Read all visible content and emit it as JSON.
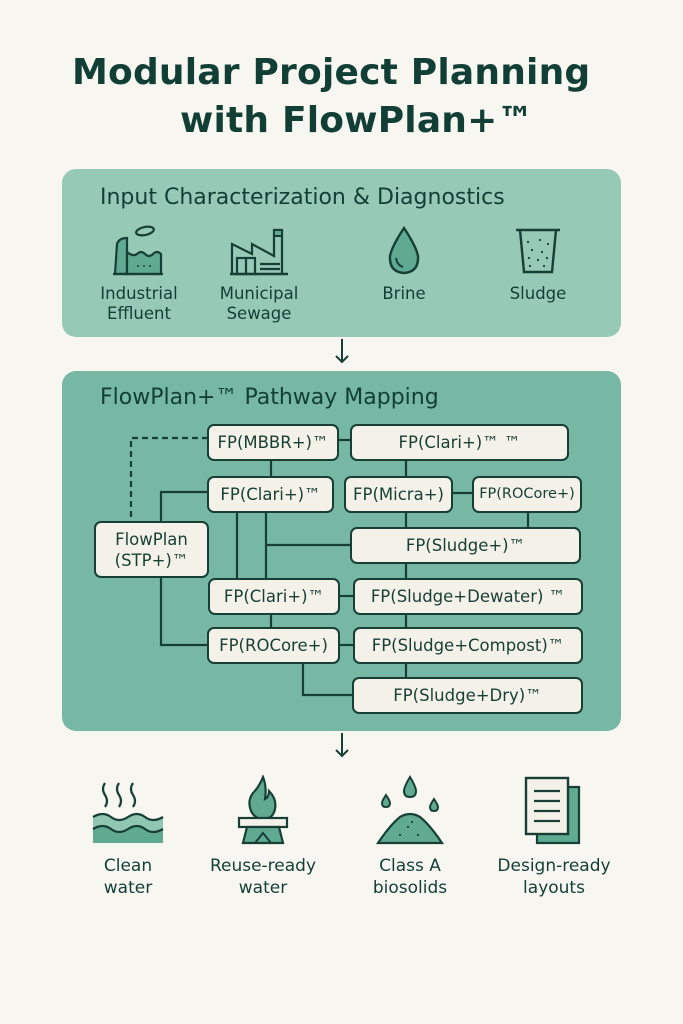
{
  "title": {
    "line1": "Modular Project Planning",
    "line2": "with FlowPlan+™"
  },
  "colors": {
    "background": "#f8f6f1",
    "input_panel": "#97c9b7",
    "mapping_panel": "#76b8a3",
    "ink": "#173f35",
    "node_fill": "#f4f2e8",
    "icon_fill": "#5faa91"
  },
  "input_section": {
    "title": "Input Characterization & Diagnostics",
    "items": [
      {
        "label_l1": "Industrial",
        "label_l2": "Effluent",
        "icon": "factory-effluent-icon"
      },
      {
        "label_l1": "Municipal",
        "label_l2": "Sewage",
        "icon": "municipal-plant-icon"
      },
      {
        "label_l1": "Brine",
        "label_l2": "",
        "icon": "water-drop-icon"
      },
      {
        "label_l1": "Sludge",
        "label_l2": "",
        "icon": "sludge-cup-icon"
      }
    ]
  },
  "mapping_section": {
    "title": "FlowPlan+™ Pathway Mapping",
    "nodes": {
      "root_l1": "FlowPlan",
      "root_l2": "(STP+)™",
      "mbbr": "FP(MBBR+)™",
      "clari_top": "FP(Clari+)™ ™",
      "clari_mid": "FP(Clari+)™",
      "micra": "FP(Micra+)",
      "rocore_top": "FP(ROCore+)",
      "sludge": "FP(Sludge+)™",
      "clari_low": "FP(Clari+)™",
      "dewater": "FP(Sludge+Dewater) ™",
      "rocore_low": "FP(ROCore+)",
      "compost": "FP(Sludge+Compost)™",
      "dry": "FP(Sludge+Dry)™"
    }
  },
  "outcomes": [
    {
      "label_l1": "Clean",
      "label_l2": "water",
      "icon": "clean-water-icon"
    },
    {
      "label_l1": "Reuse-ready",
      "label_l2": "water",
      "icon": "reuse-fire-icon"
    },
    {
      "label_l1": "Class A",
      "label_l2": "biosolids",
      "icon": "biosolids-pile-icon"
    },
    {
      "label_l1": "Design-ready",
      "label_l2": "layouts",
      "icon": "documents-icon"
    }
  ]
}
